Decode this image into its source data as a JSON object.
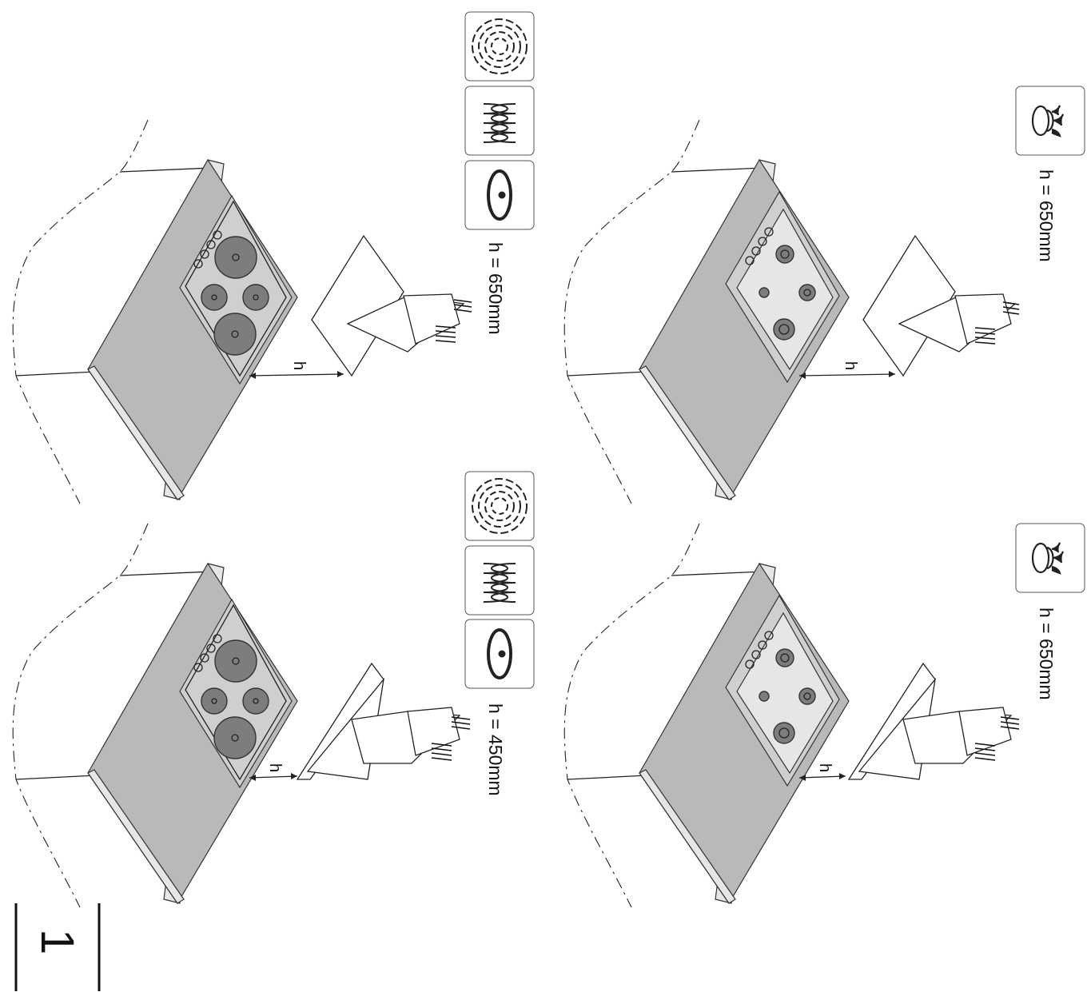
{
  "figure_number": "1",
  "dimension_symbol": "h",
  "panels": [
    {
      "id": "electric-chimney",
      "heat_source": "electric",
      "hood_type": "chimney",
      "height_label": "h = 650mm",
      "icons": [
        "radiant-ring-icon",
        "coil-element-icon",
        "induction-plate-icon"
      ]
    },
    {
      "id": "electric-angled",
      "heat_source": "electric",
      "hood_type": "angled",
      "height_label": "h = 450mm",
      "icons": [
        "radiant-ring-icon",
        "coil-element-icon",
        "induction-plate-icon"
      ]
    },
    {
      "id": "gas-chimney",
      "heat_source": "gas",
      "hood_type": "chimney",
      "height_label": "h = 650mm",
      "icons": [
        "gas-flame-icon"
      ]
    },
    {
      "id": "gas-angled",
      "heat_source": "gas",
      "hood_type": "angled",
      "height_label": "h = 650mm",
      "icons": [
        "gas-flame-icon"
      ]
    }
  ]
}
